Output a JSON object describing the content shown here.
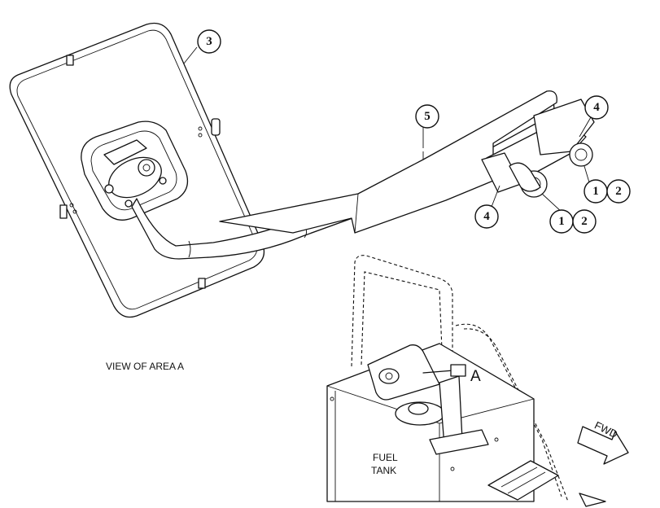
{
  "callouts": [
    {
      "id": "c3",
      "text": "3"
    },
    {
      "id": "c5",
      "text": "5"
    },
    {
      "id": "c4a",
      "text": "4"
    },
    {
      "id": "c4b",
      "text": "4"
    },
    {
      "id": "c1a",
      "text": "1"
    },
    {
      "id": "c2a",
      "text": "2"
    },
    {
      "id": "c1b",
      "text": "1"
    },
    {
      "id": "c2b",
      "text": "2"
    }
  ],
  "labels": {
    "view_of_area": "VIEW OF AREA A",
    "area_marker": "A",
    "fuel_tank_line1": "FUEL",
    "fuel_tank_line2": "TANK",
    "fwd": "FWD"
  }
}
